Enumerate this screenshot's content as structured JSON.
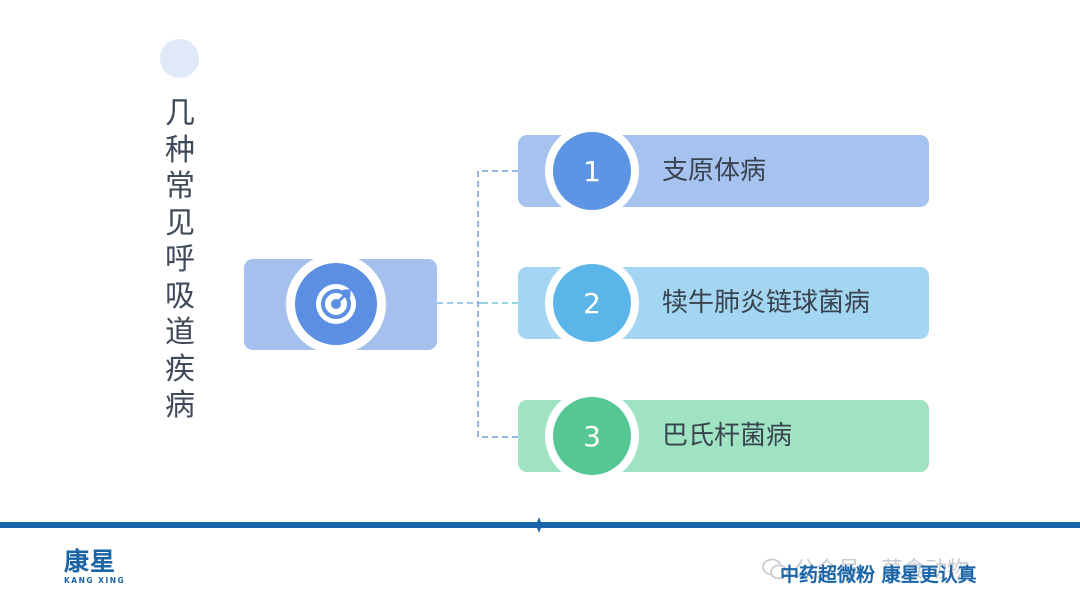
{
  "title": "几种常见呼吸道疾病",
  "items": [
    {
      "number": "1",
      "label": "支原体病",
      "color": "#5e94e4"
    },
    {
      "number": "2",
      "label": "犊牛肺炎链球菌病",
      "color": "#5cb5e8"
    },
    {
      "number": "3",
      "label": "巴氏杆菌病",
      "color": "#56c793"
    }
  ],
  "center_icon": "target-arrow-icon",
  "footer": {
    "logo_text": "康星",
    "logo_subtext": "KANG XING",
    "watermark": "公众号 · 草食动物",
    "slogan": "中药超微粉 康星更认真"
  }
}
